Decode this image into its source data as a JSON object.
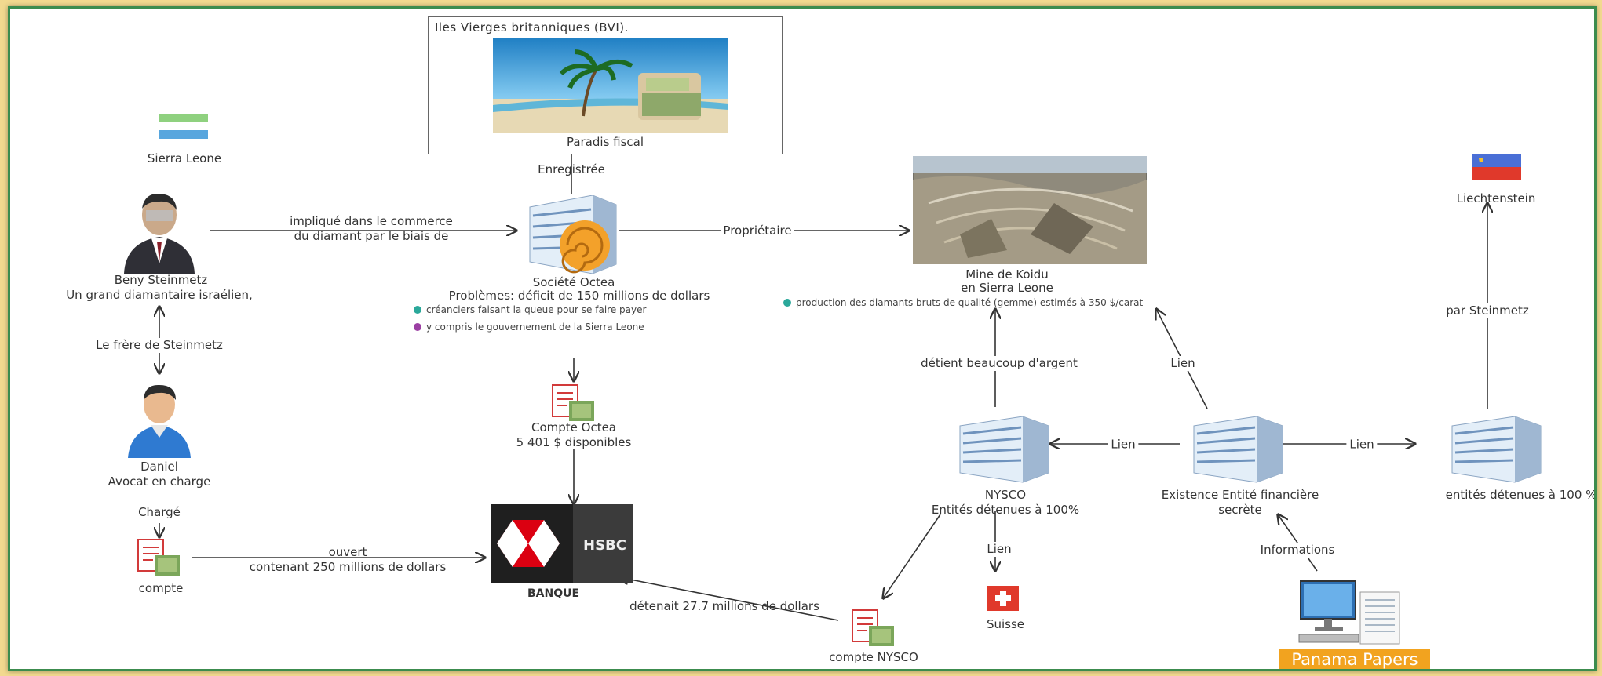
{
  "nodes": {
    "bvi": {
      "title": "Iles Vierges britanniques (BVI).",
      "label": "Paradis fiscal"
    },
    "sierra_leone": {
      "label": "Sierra Leone"
    },
    "beny": {
      "name": "Beny Steinmetz",
      "desc": "Un grand diamantaire israélien,"
    },
    "octea": {
      "name": "Société Octea",
      "problem": "Problèmes: déficit de 150 millions de dollars",
      "bullets": [
        "créanciers faisant la queue pour se faire payer",
        "y compris le gouvernement de la Sierra Leone"
      ]
    },
    "mine": {
      "name": "Mine de Koidu",
      "location": "en Sierra Leone",
      "bullet": "production des diamants bruts de qualité (gemme) estimés à 350 $/carat"
    },
    "liechtenstein": {
      "label": "Liechtenstein"
    },
    "daniel": {
      "name": "Daniel",
      "desc": "Avocat en charge"
    },
    "compte_octea": {
      "name": "Compte Octea",
      "desc": "5 401 $ disponibles"
    },
    "nysco": {
      "name": "NYSCO",
      "desc": "Entités détenues à 100%"
    },
    "secret": {
      "name": "Existence Entité financière",
      "desc": "secrète"
    },
    "entites": {
      "label": "entités détenues à 100 %"
    },
    "compte": {
      "label": "compte"
    },
    "banque": {
      "label": "BANQUE",
      "logo_text": "HSBC"
    },
    "suisse": {
      "label": "Suisse"
    },
    "compte_nysco": {
      "label": "compte NYSCO"
    },
    "panama": {
      "label": "Panama Papers"
    }
  },
  "edges": {
    "enregistree": "Enregistrée",
    "implique_1": "impliqué dans le commerce",
    "implique_2": "du diamant par le biais de",
    "proprietaire": "Propriétaire",
    "frere": "Le frère de Steinmetz",
    "charge": "Chargé",
    "ouvert_1": "ouvert",
    "ouvert_2": "contenant 250 millions de dollars",
    "detenait": "détenait 27.7 millions de dollars",
    "detient": "détient beaucoup d'argent",
    "lien_mine": "Lien",
    "lien_nysco": "Lien",
    "lien_entites": "Lien",
    "lien_suisse": "Lien",
    "informations": "Informations",
    "par_steinmetz": "par Steinmetz"
  },
  "colors": {
    "frame": "#3c8c4e",
    "background": "#f2d98f",
    "panama_badge": "#f2a31f",
    "bullet_teal": "#2aa89a",
    "bullet_purple": "#9b3fa3",
    "flag_red": "#e0392b"
  }
}
